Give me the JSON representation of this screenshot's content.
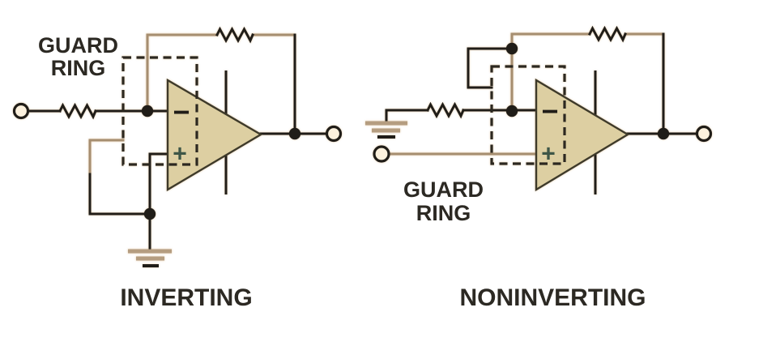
{
  "colors": {
    "background": "#ffffff",
    "wire_black": "#201d18",
    "wire_tan": "#a68e70",
    "ground_tan": "#b59d80",
    "opamp_fill": "#ddcfa2",
    "opamp_stroke": "#3e3a2a",
    "dash": "#2c2820",
    "plus_green": "#3e5647",
    "terminal_fill": "#fcf1dd",
    "text": "#2c2923"
  },
  "left_circuit": {
    "caption": "INVERTING",
    "guard_label_line1": "GUARD",
    "guard_label_line2": "RING",
    "inverting_input_symbol": "−",
    "noninverting_input_symbol": "+"
  },
  "right_circuit": {
    "caption": "NONINVERTING",
    "guard_label_line1": "GUARD",
    "guard_label_line2": "RING",
    "inverting_input_symbol": "−",
    "noninverting_input_symbol": "+"
  }
}
